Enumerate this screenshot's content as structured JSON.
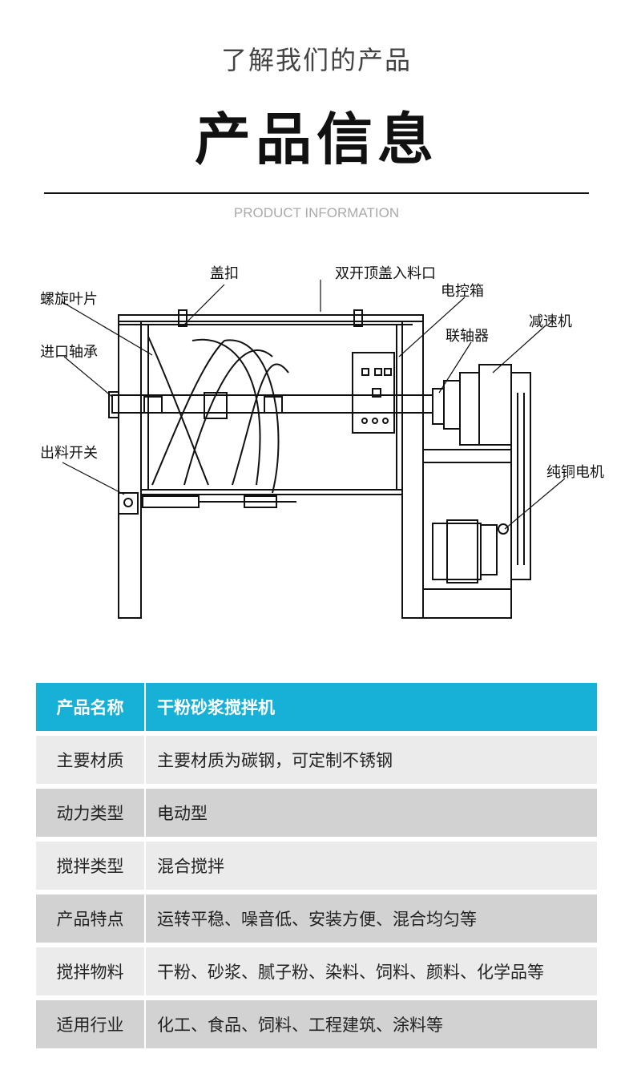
{
  "header": {
    "subtitle": "了解我们的产品",
    "title": "产品信息",
    "english": "PRODUCT INFORMATION"
  },
  "diagram": {
    "labels": {
      "cover_clip": "盖扣",
      "top_inlet": "双开顶盖入料口",
      "control_box": "电控箱",
      "spiral_blade": "螺旋叶片",
      "reducer": "减速机",
      "coupling": "联轴器",
      "inlet_bearing": "进口轴承",
      "outlet_switch": "出料开关",
      "copper_motor": "纯铜电机"
    }
  },
  "table": {
    "head": {
      "key": "产品名称",
      "value": "干粉砂浆搅拌机"
    },
    "rows": [
      {
        "key": "主要材质",
        "value": "主要材质为碳钢，可定制不锈钢"
      },
      {
        "key": "动力类型",
        "value": "电动型"
      },
      {
        "key": "搅拌类型",
        "value": "混合搅拌"
      },
      {
        "key": "产品特点",
        "value": "运转平稳、噪音低、安装方便、混合均匀等"
      },
      {
        "key": "搅拌物料",
        "value": "干粉、砂浆、腻子粉、染料、饲料、颜料、化学品等"
      },
      {
        "key": "适用行业",
        "value": "化工、食品、饲料、工程建筑、涂料等"
      }
    ]
  },
  "colors": {
    "header_bg": "#17b0d6",
    "row_light": "#ebebeb",
    "row_dark": "#d2d2d2"
  }
}
